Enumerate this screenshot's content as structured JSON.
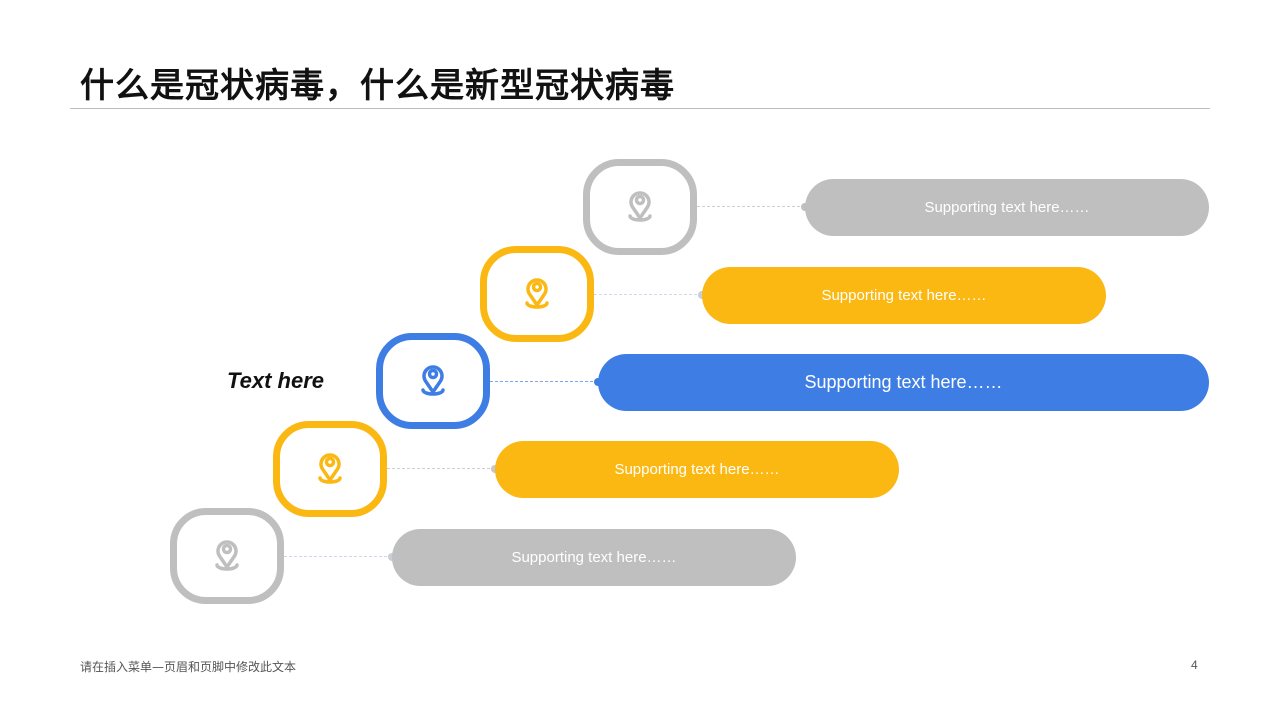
{
  "slide": {
    "title": "什么是冠状病毒，什么是新型冠状病毒",
    "side_label": "Text here",
    "steps": [
      {
        "text": "Supporting text here……",
        "icon": "location-pin-icon",
        "color": "#bfbfbf"
      },
      {
        "text": "Supporting text here……",
        "icon": "location-pin-icon",
        "color": "#fbb812"
      },
      {
        "text": "Supporting text here……",
        "icon": "location-pin-icon",
        "color": "#3e7ee4"
      },
      {
        "text": "Supporting text here……",
        "icon": "location-pin-icon",
        "color": "#fbb812"
      },
      {
        "text": "Supporting text here……",
        "icon": "location-pin-icon",
        "color": "#bfbfbf"
      }
    ]
  },
  "footer": {
    "left_text": "请在插入菜单—页眉和页脚中修改此文本",
    "page_number": "4"
  }
}
